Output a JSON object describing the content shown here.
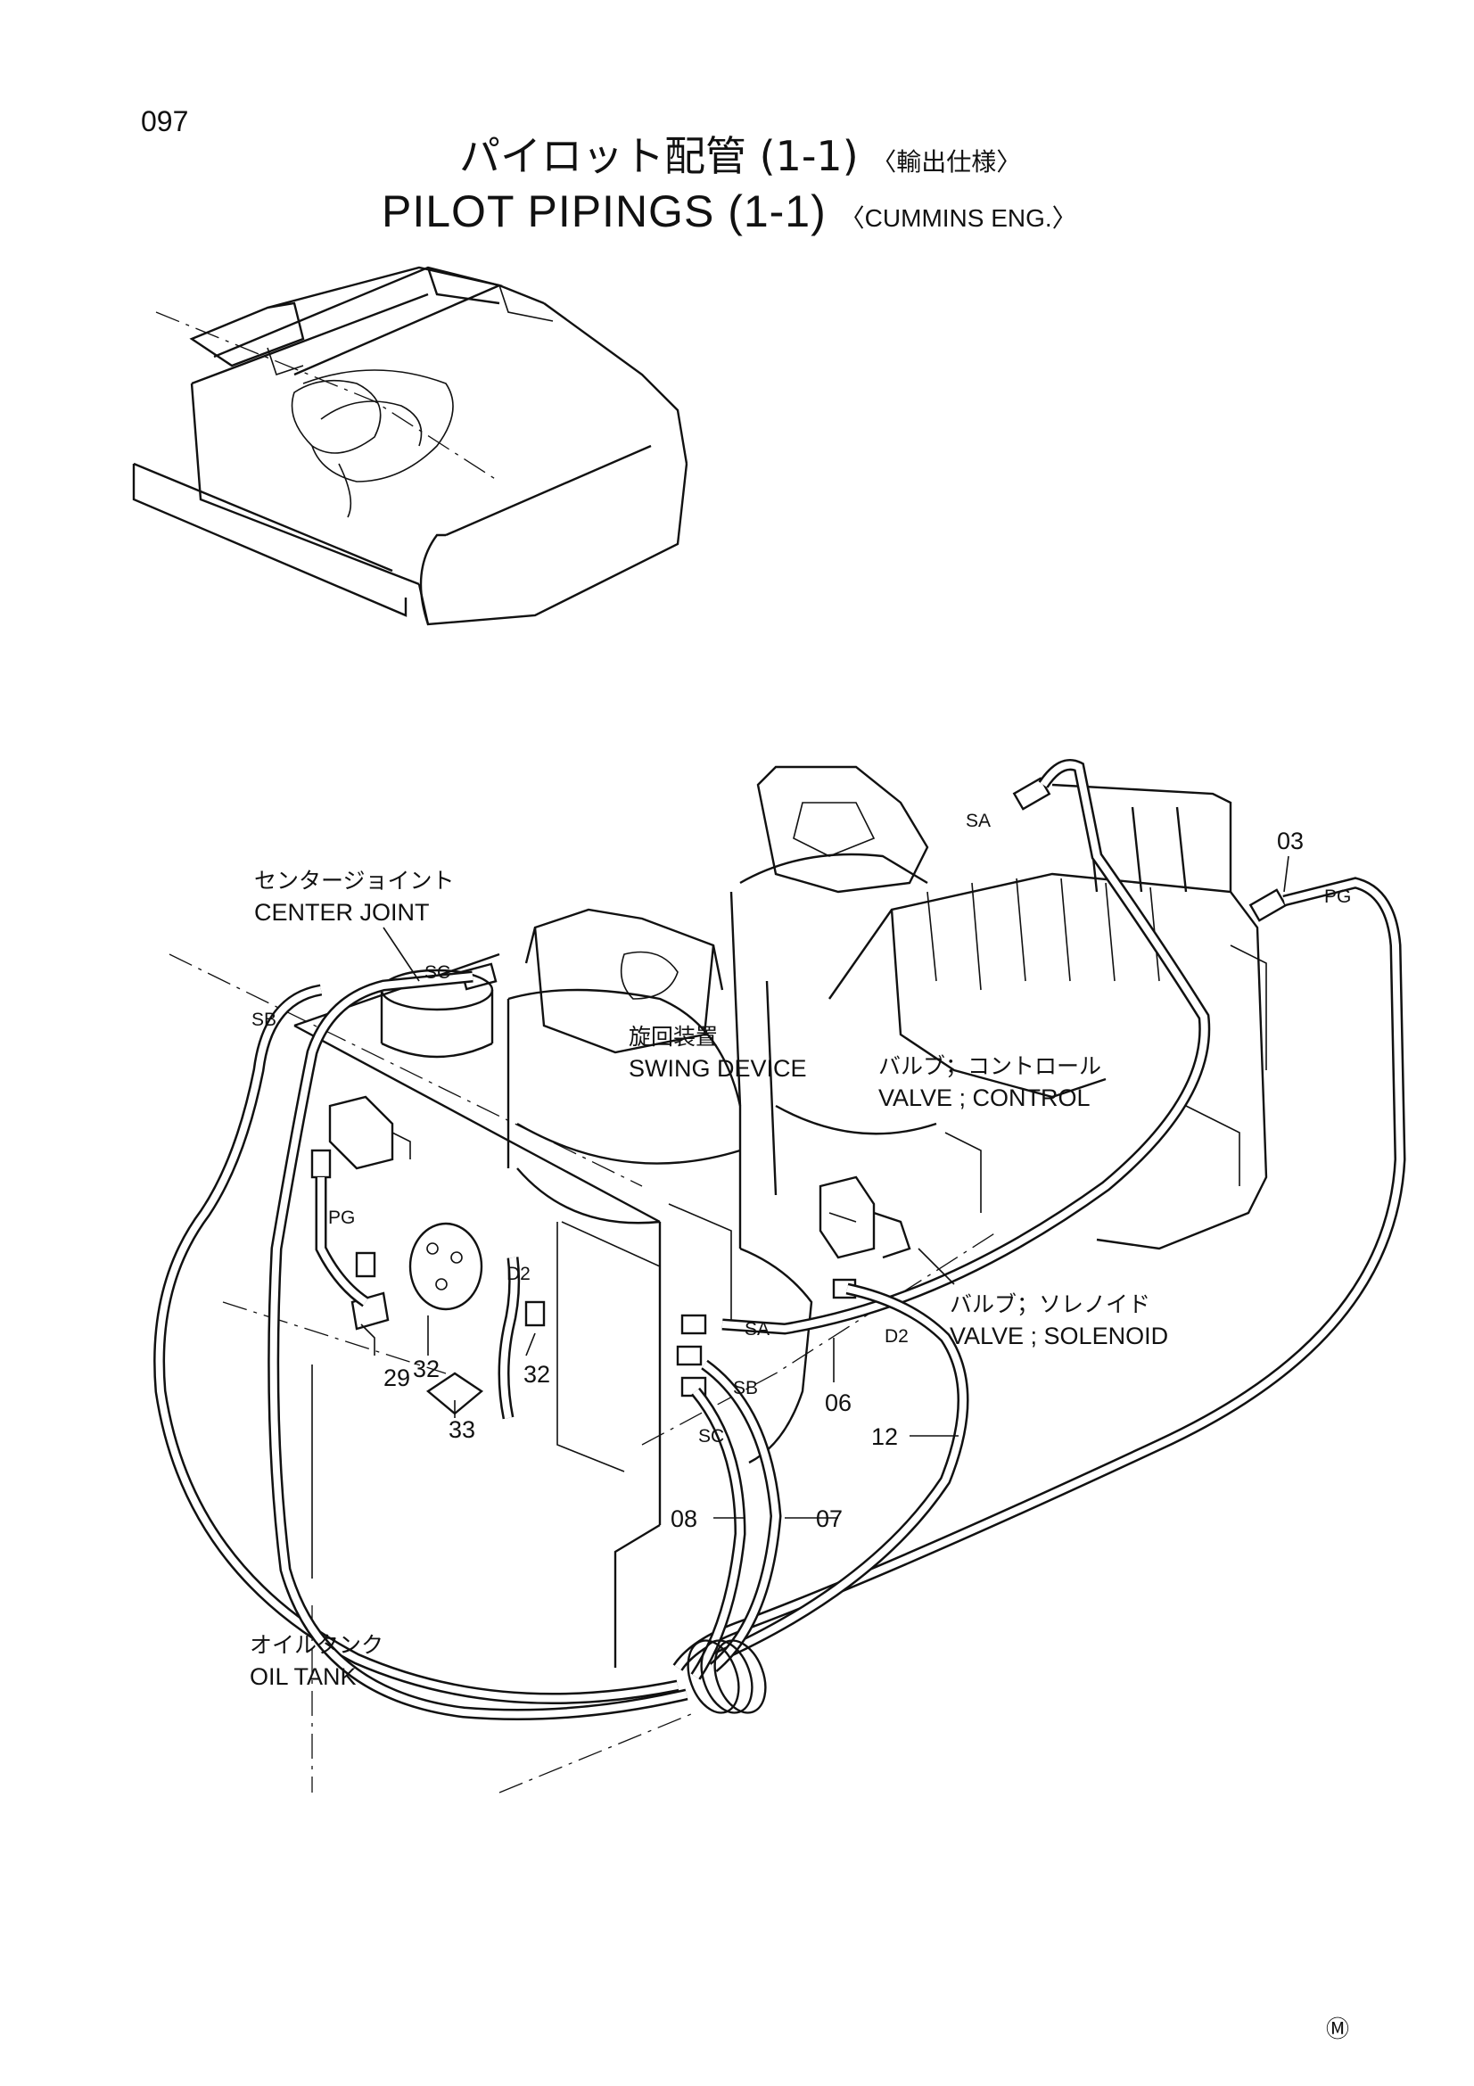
{
  "page": {
    "number": "097",
    "title_jp": "パイロット配管 (1-1)",
    "title_jp_sub": "〈輸出仕様〉",
    "title_en": "PILOT PIPINGS (1-1)",
    "title_en_sub": "〈CUMMINS ENG.〉",
    "mark": "Ⓜ"
  },
  "labels": {
    "center_joint_jp": "センタージョイント",
    "center_joint_en": "CENTER JOINT",
    "swing_device_jp": "旋回装置",
    "swing_device_en": "SWING DEVICE",
    "valve_control_jp": "バルブ；コントロール",
    "valve_control_en": "VALVE ; CONTROL",
    "valve_solenoid_jp": "バルブ；ソレノイド",
    "valve_solenoid_en": "VALVE ; SOLENOID",
    "oil_tank_jp": "オイルタンク",
    "oil_tank_en": "OIL TANK"
  },
  "port_tags": {
    "sa_top": "SA",
    "pg_right": "PG",
    "sc_top": "SC",
    "sb_left": "SB",
    "pg_left": "PG",
    "d2_left": "D2",
    "sa_mid": "SA",
    "d2_mid": "D2",
    "sb_mid": "SB",
    "sc_mid": "SC"
  },
  "part_numbers": {
    "p03": "03",
    "p06": "06",
    "p12": "12",
    "p07": "07",
    "p08": "08",
    "p29": "29",
    "p32a": "32",
    "p32b": "32",
    "p33": "33"
  }
}
